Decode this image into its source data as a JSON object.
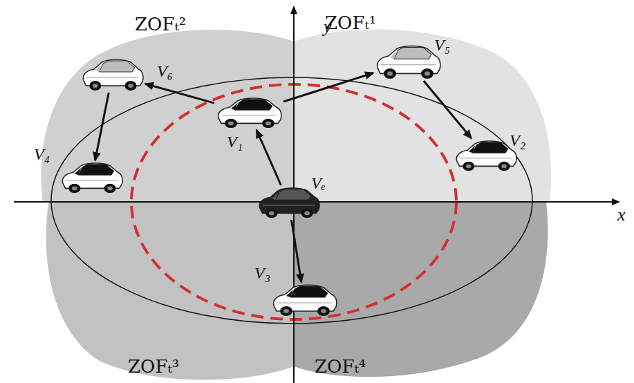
{
  "diagram": {
    "nodes": [
      {
        "text": [
          "V₆"
        ]
      },
      {
        "text": [
          "V₅"
        ]
      },
      {
        "text": [
          "V₁"
        ]
      },
      {
        "text": [
          "V₂"
        ]
      },
      {
        "text": [
          "V₄"
        ]
      },
      {
        "text": [
          "Vₑ"
        ]
      },
      {
        "text": [
          "V₃"
        ]
      }
    ],
    "edges": [
      {
        "from": 5,
        "to": 2,
        "arrow": "to"
      },
      {
        "from": 2,
        "to": 0,
        "arrow": "to"
      },
      {
        "from": 2,
        "to": 1,
        "arrow": "to"
      },
      {
        "from": 1,
        "to": 3,
        "arrow": "to"
      },
      {
        "from": 0,
        "to": 4,
        "arrow": "to"
      },
      {
        "from": 5,
        "to": 6,
        "arrow": "to"
      }
    ],
    "labels": [
      "ZOFₜ²",
      "y",
      "ZOFₜ¹",
      "x",
      "ZOFₜ³",
      "ZOFₜ⁴"
    ]
  }
}
